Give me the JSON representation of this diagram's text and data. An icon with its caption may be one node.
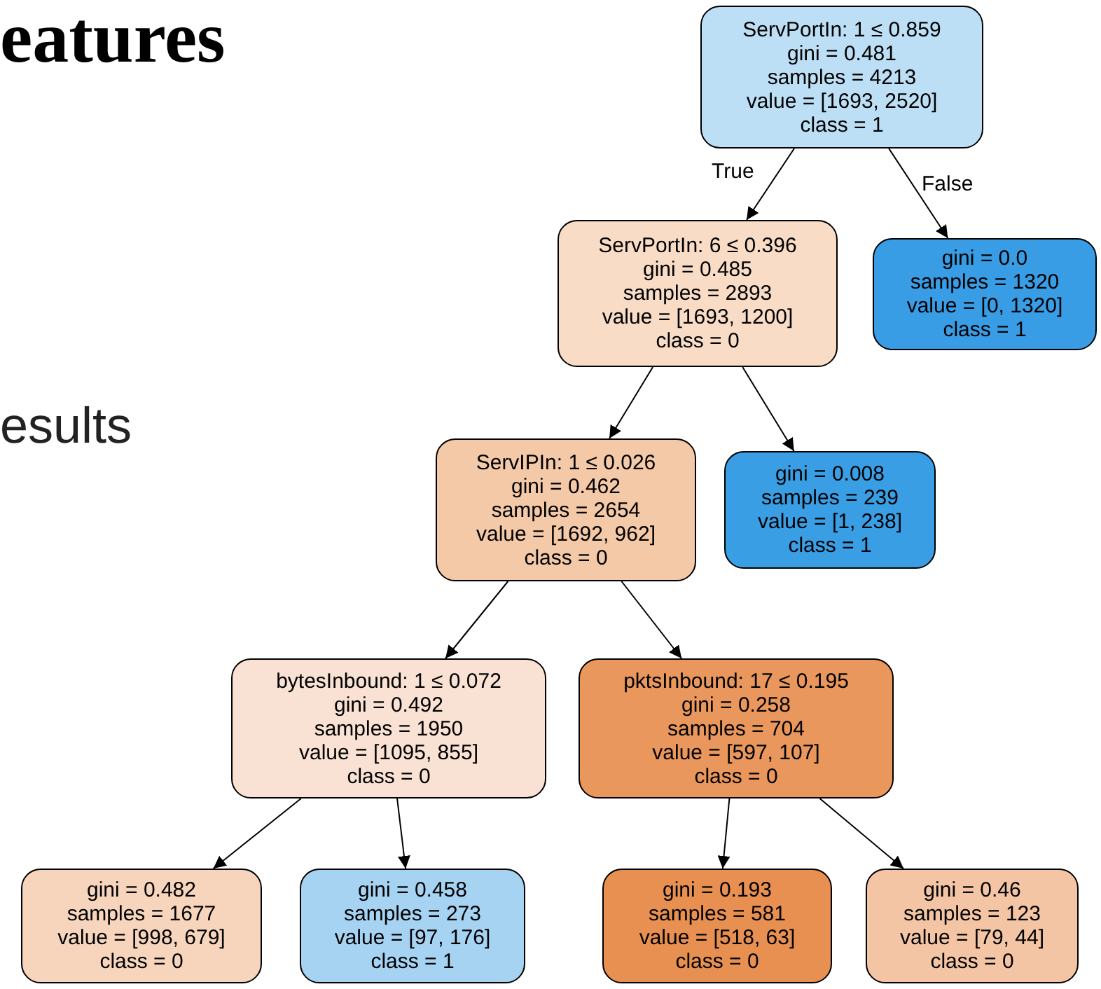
{
  "diagram": {
    "nodes": [
      {
        "text": [
          "ServPortIn: 1 ≤ 0.859",
          "gini = 0.481",
          "samples = 4213",
          "value = [1693, 2520]",
          "class = 1"
        ]
      },
      {
        "text": [
          "ServPortIn: 6 ≤ 0.396",
          "gini = 0.485",
          "samples = 2893",
          "value = [1693, 1200]",
          "class = 0"
        ]
      },
      {
        "text": [
          "gini = 0.0",
          "samples = 1320",
          "value = [0, 1320]",
          "class = 1"
        ]
      },
      {
        "text": [
          "ServIPIn: 1 ≤ 0.026",
          "gini = 0.462",
          "samples = 2654",
          "value = [1692, 962]",
          "class = 0"
        ]
      },
      {
        "text": [
          "gini = 0.008",
          "samples = 239",
          "value = [1, 238]",
          "class = 1"
        ]
      },
      {
        "text": [
          "bytesInbound: 1 ≤ 0.072",
          "gini = 0.492",
          "samples = 1950",
          "value = [1095, 855]",
          "class = 0"
        ]
      },
      {
        "text": [
          "pktsInbound: 17 ≤ 0.195",
          "gini = 0.258",
          "samples = 704",
          "value = [597, 107]",
          "class = 0"
        ]
      },
      {
        "text": [
          "gini = 0.482",
          "samples = 1677",
          "value = [998, 679]",
          "class = 0"
        ]
      },
      {
        "text": [
          "gini = 0.458",
          "samples = 273",
          "value = [97, 176]",
          "class = 1"
        ]
      },
      {
        "text": [
          "gini = 0.193",
          "samples = 581",
          "value = [518, 63]",
          "class = 0"
        ]
      },
      {
        "text": [
          "gini = 0.46",
          "samples = 123",
          "value = [79, 44]",
          "class = 0"
        ]
      }
    ],
    "edges": [
      {
        "from": 0,
        "to": 1,
        "arrow": "to",
        "label": "True"
      },
      {
        "from": 0,
        "to": 2,
        "arrow": "to",
        "label": "False"
      },
      {
        "from": 1,
        "to": 3,
        "arrow": "to"
      },
      {
        "from": 1,
        "to": 4,
        "arrow": "to"
      },
      {
        "from": 3,
        "to": 5,
        "arrow": "to"
      },
      {
        "from": 3,
        "to": 6,
        "arrow": "to"
      },
      {
        "from": 5,
        "to": 7,
        "arrow": "to"
      },
      {
        "from": 5,
        "to": 8,
        "arrow": "to"
      },
      {
        "from": 6,
        "to": 9,
        "arrow": "to"
      },
      {
        "from": 6,
        "to": 10,
        "arrow": "to"
      }
    ],
    "labels": [
      "eatures",
      "esults"
    ]
  }
}
